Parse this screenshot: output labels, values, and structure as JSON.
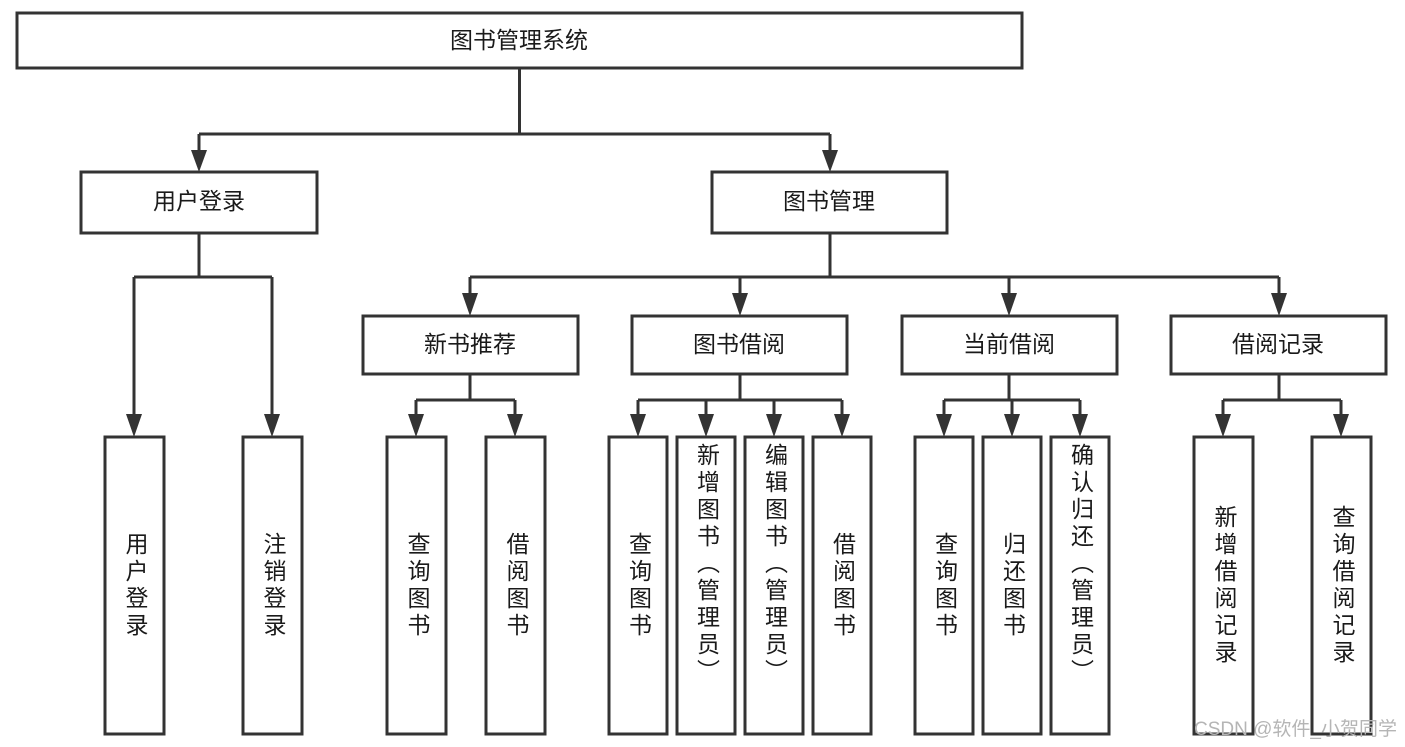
{
  "diagram": {
    "type": "tree",
    "title": "图书管理系统",
    "orientation": "top-down",
    "colors": {
      "background": "#ffffff",
      "node_fill": "#ffffff",
      "node_stroke": "#333333",
      "text": "#1a1a1a",
      "watermark": "#b5b5b5"
    },
    "root": {
      "label": "图书管理系统",
      "text_direction": "horizontal"
    },
    "level2": [
      {
        "label": "用户登录",
        "text_direction": "horizontal"
      },
      {
        "label": "图书管理",
        "text_direction": "horizontal"
      }
    ],
    "level3": [
      {
        "label": "新书推荐",
        "text_direction": "horizontal"
      },
      {
        "label": "图书借阅",
        "text_direction": "horizontal"
      },
      {
        "label": "当前借阅",
        "text_direction": "horizontal"
      },
      {
        "label": "借阅记录",
        "text_direction": "horizontal"
      }
    ],
    "leaves": {
      "user_login": [
        {
          "label": "用户登录",
          "text_direction": "vertical"
        },
        {
          "label": "注销登录",
          "text_direction": "vertical"
        }
      ],
      "new_book_recommend": [
        {
          "label": "查询图书",
          "text_direction": "vertical"
        },
        {
          "label": "借阅图书",
          "text_direction": "vertical"
        }
      ],
      "book_borrow": [
        {
          "label": "查询图书",
          "text_direction": "vertical"
        },
        {
          "label": "新增图书（管理员）",
          "text_direction": "vertical"
        },
        {
          "label": "编辑图书（管理员）",
          "text_direction": "vertical"
        },
        {
          "label": "借阅图书",
          "text_direction": "vertical"
        }
      ],
      "current_borrow": [
        {
          "label": "查询图书",
          "text_direction": "vertical"
        },
        {
          "label": "归还图书",
          "text_direction": "vertical"
        },
        {
          "label": "确认归还（管理员）",
          "text_direction": "vertical"
        }
      ],
      "borrow_record": [
        {
          "label": "新增借阅记录",
          "text_direction": "vertical"
        },
        {
          "label": "查询借阅记录",
          "text_direction": "vertical"
        }
      ]
    }
  },
  "watermark": {
    "text": "CSDN @软件_小贺同学"
  }
}
